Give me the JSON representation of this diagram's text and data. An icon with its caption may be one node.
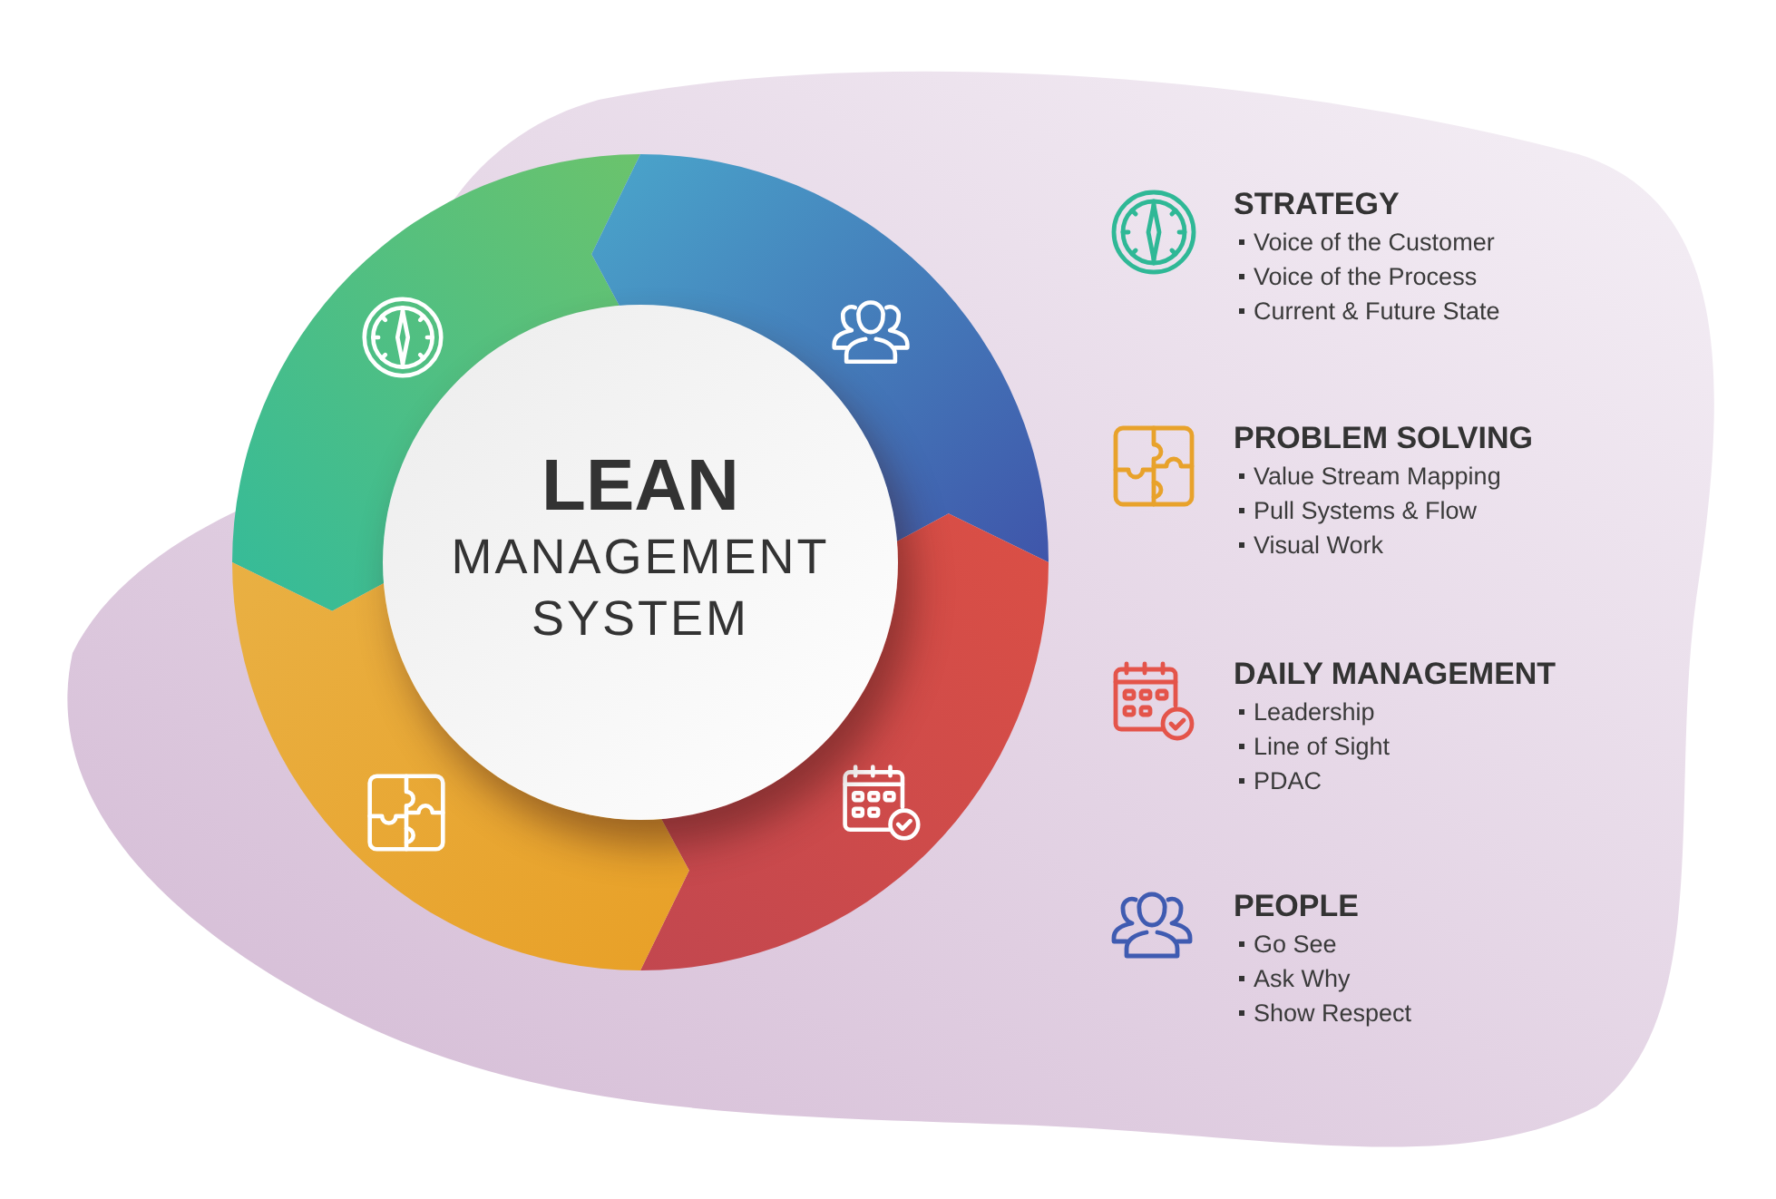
{
  "diagram": {
    "nodes": [
      {
        "text": [
          "LEAN",
          "MANAGEMENT SYSTEM"
        ]
      }
    ],
    "labels": [
      "STRATEGY",
      "Voice of the Customer",
      "Voice of the Process",
      "Current & Future State",
      "PROBLEM SOLVING",
      "Value Stream Mapping",
      "Pull Systems & Flow",
      "Visual Work",
      "DAILY MANAGEMENT",
      "Leadership",
      "Line of Sight",
      "PDAC",
      "PEOPLE",
      "Go See",
      "Ask Why",
      "Show Respect"
    ]
  }
}
